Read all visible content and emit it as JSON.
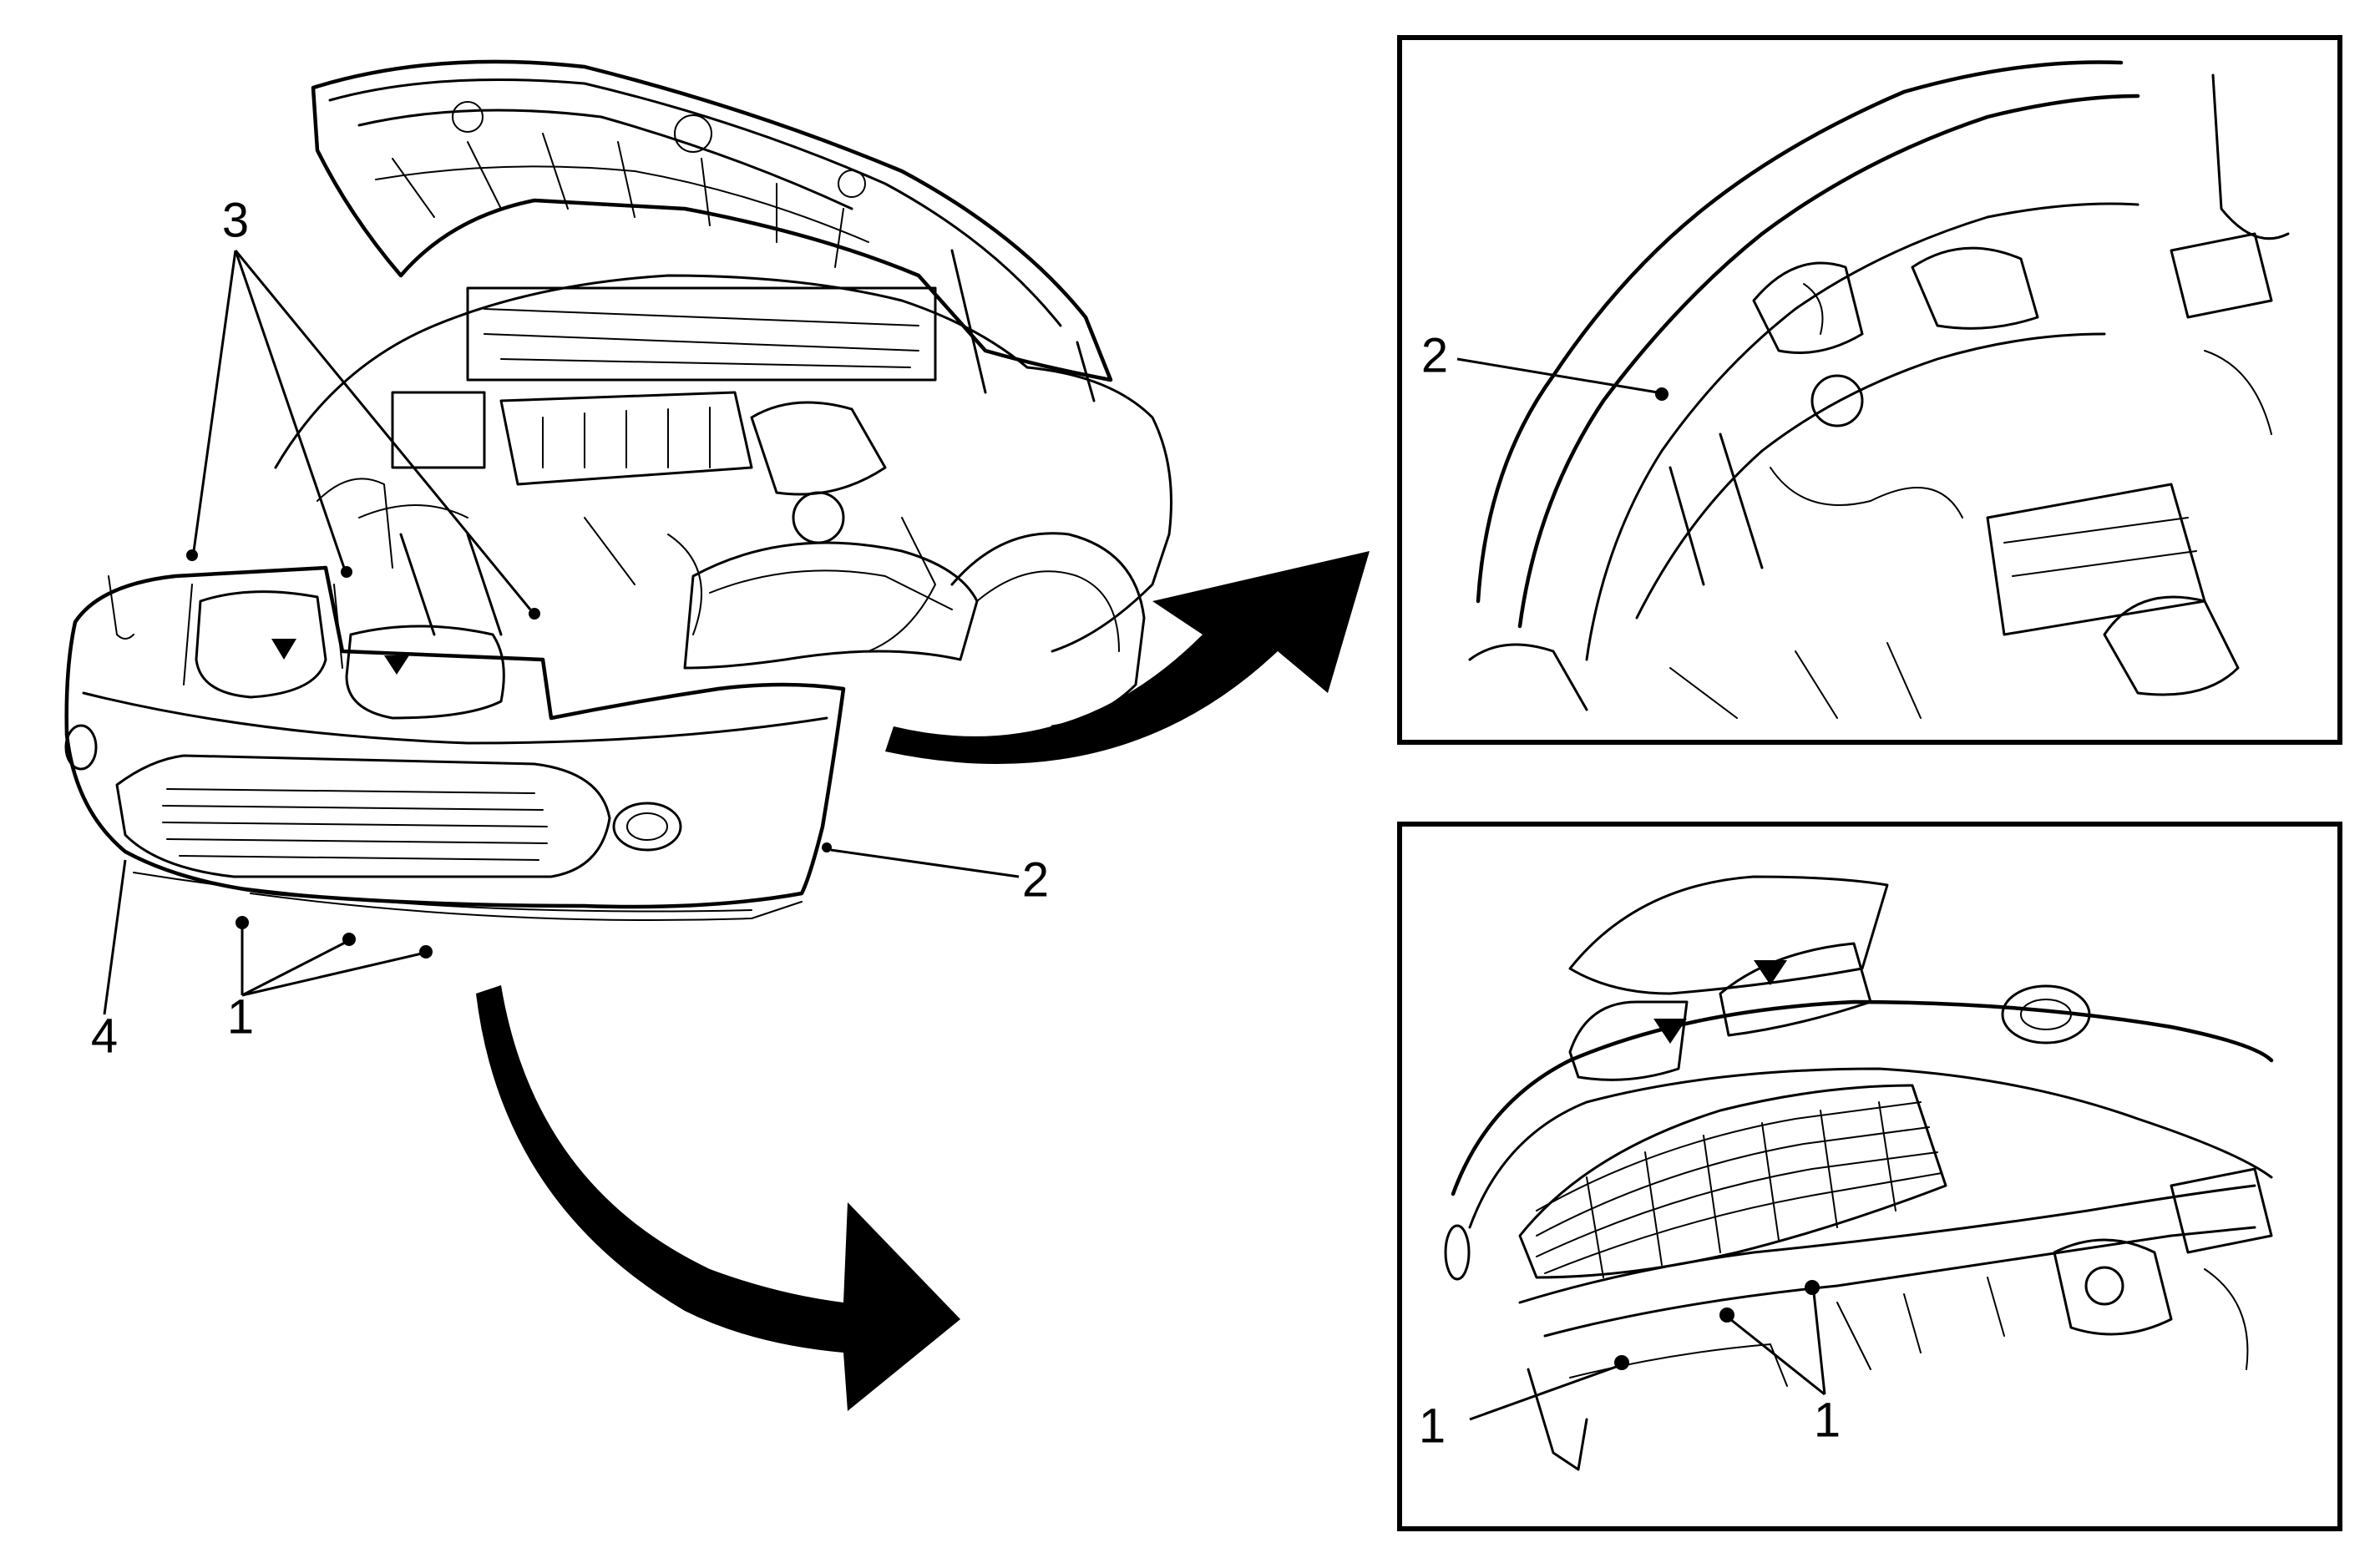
{
  "main_view": {
    "callouts": {
      "fastener_lower": "1",
      "fastener_side": "2",
      "fastener_upper": "3",
      "fascia": "4"
    }
  },
  "detail_top": {
    "callouts": {
      "fastener_side": "2"
    }
  },
  "detail_bottom": {
    "callouts": {
      "fastener_lower_left": "1",
      "fastener_lower_right": "1"
    }
  },
  "arrows": [
    "curved-arrow-to-upper-detail",
    "curved-arrow-to-lower-detail"
  ]
}
